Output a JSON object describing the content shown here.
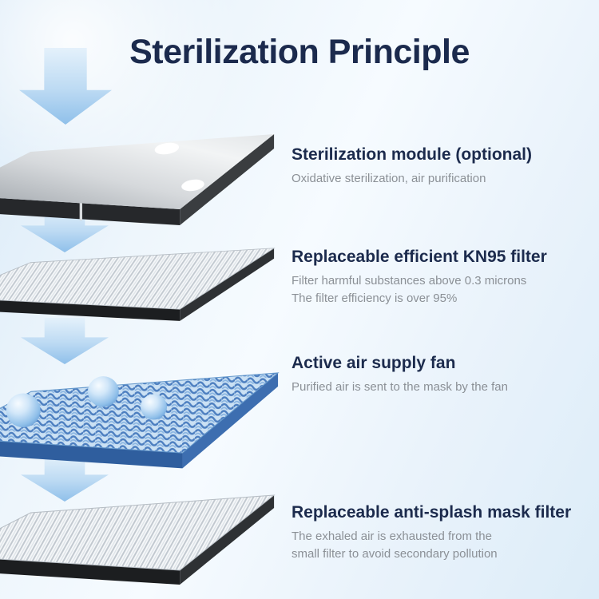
{
  "title": "Sterilization Principle",
  "sections": [
    {
      "heading": "Sterilization module (optional)",
      "lines": [
        "Oxidative sterilization, air purification"
      ]
    },
    {
      "heading": "Replaceable efficient KN95 filter",
      "lines": [
        "Filter harmful substances above 0.3 microns",
        "The filter efficiency is over 95%"
      ]
    },
    {
      "heading": "Active air supply fan",
      "lines": [
        "Purified air is sent to the mask by the fan"
      ]
    },
    {
      "heading": "Replaceable anti-splash mask filter",
      "lines": [
        "The exhaled air is exhausted from the",
        "small filter to avoid secondary pollution"
      ]
    }
  ],
  "icons": {
    "flow_arrows": "arrow-down-icon"
  },
  "colors": {
    "heading_navy": "#1c2b4d",
    "subtext_gray": "#8b9096",
    "arrow_blue": "#8fc0ea",
    "fan_mesh_blue": "#4d7fc0",
    "module_silver": "#d9dcdf",
    "edge_dark": "#1c1e20",
    "background_light_blue": "#eaf3fb"
  }
}
